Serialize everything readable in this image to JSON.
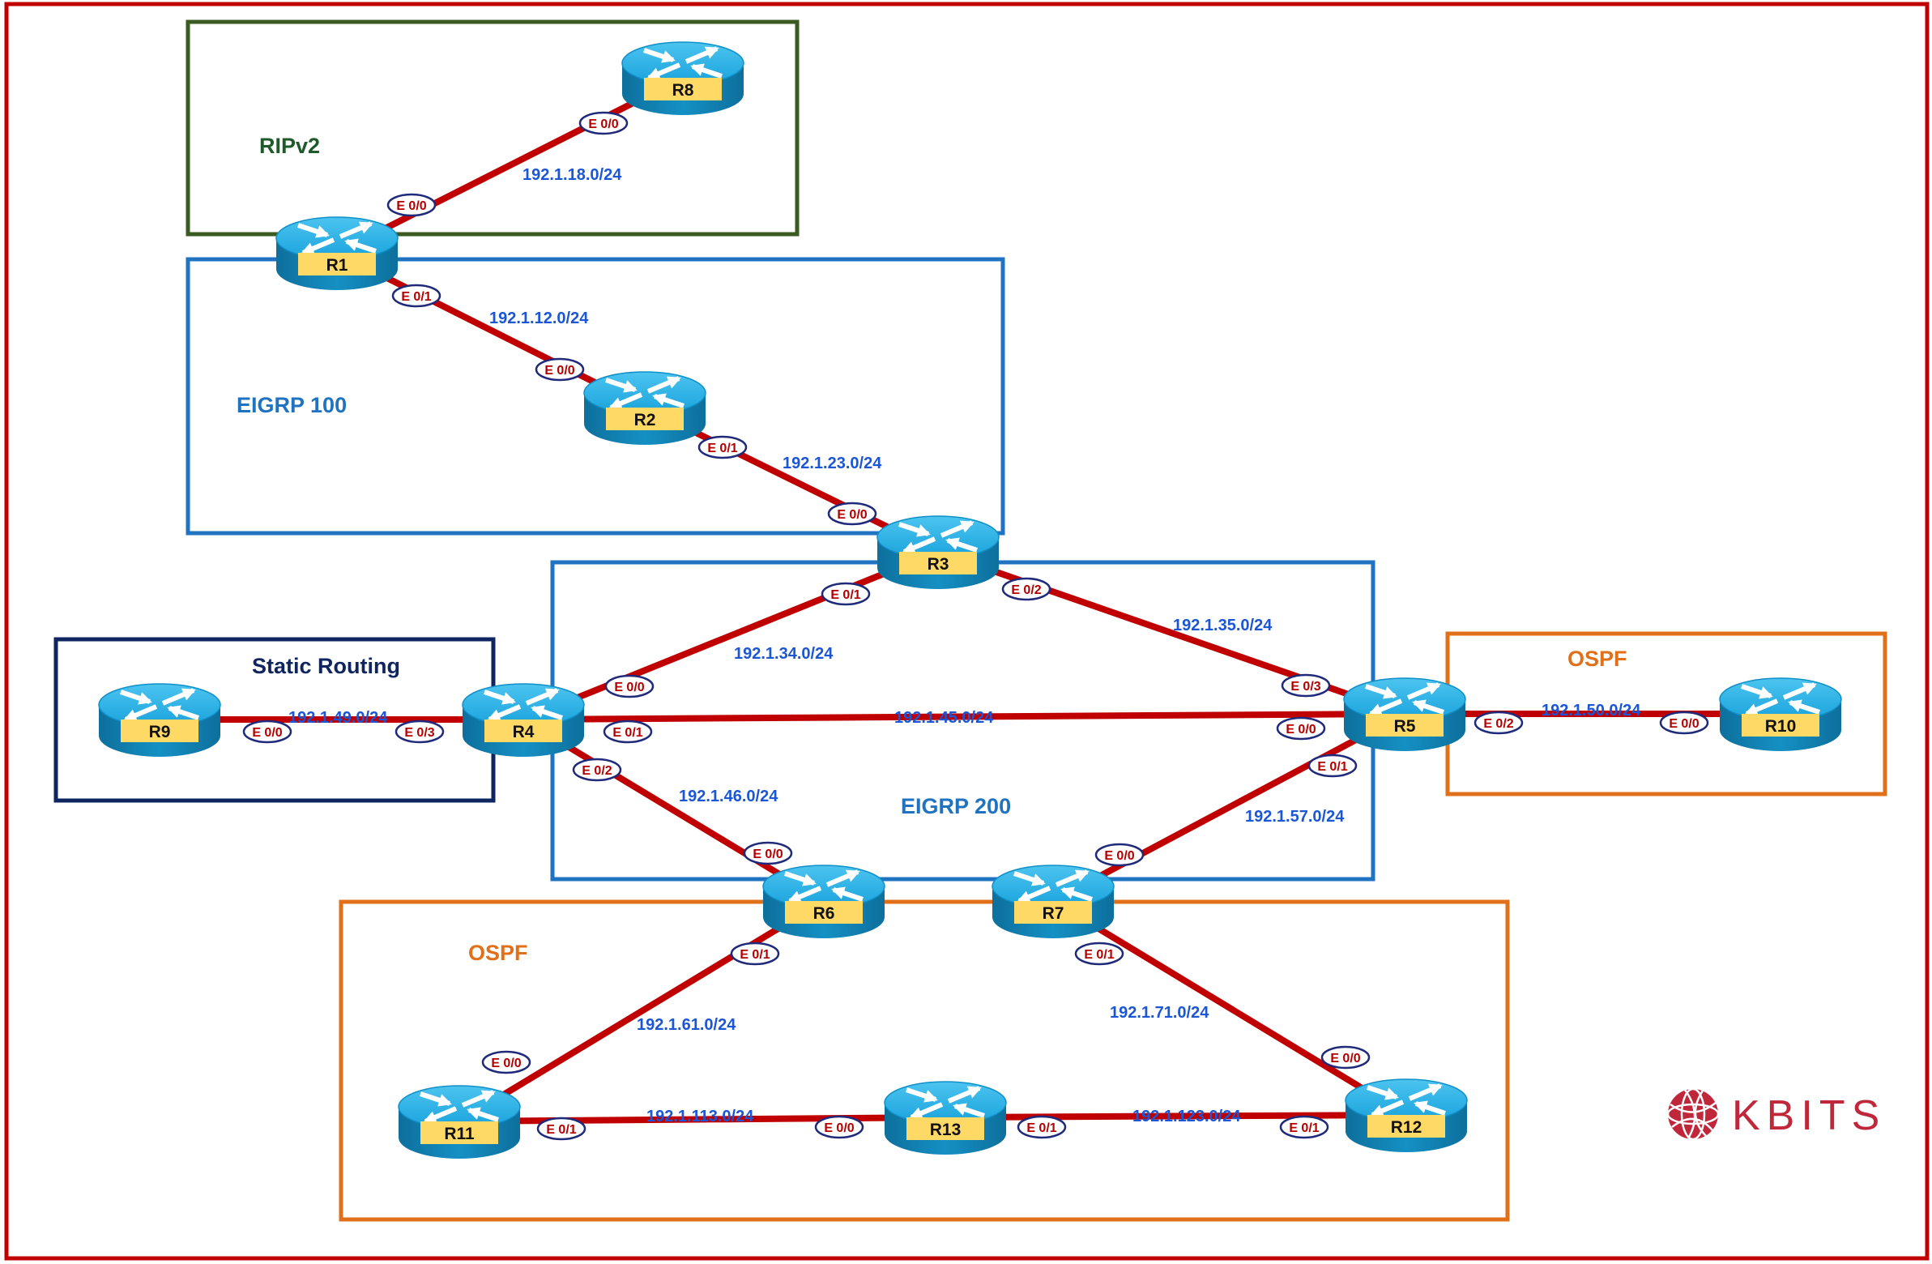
{
  "diagram": {
    "type": "network-topology",
    "logo": {
      "text": "KBITS",
      "icon": "globe-icon",
      "color": "#c0273a"
    },
    "colors": {
      "frame": "#c00000",
      "link": "#c00000",
      "subnet_text": "#1a56d6",
      "interface_text": "#b30000",
      "interface_ring": "#1f2a7a",
      "router_body": "#1e9fd6",
      "router_label_bg": "#ffd966"
    },
    "zones": [
      {
        "id": "ripv2",
        "label": "RIPv2",
        "color": "#3a5a22",
        "text_color": "#1e5a2a"
      },
      {
        "id": "eigrp100",
        "label": "EIGRP 100",
        "color": "#1f73c0",
        "text_color": "#1f73c0"
      },
      {
        "id": "eigrp200",
        "label": "EIGRP 200",
        "color": "#1f73c0",
        "text_color": "#1f73c0"
      },
      {
        "id": "static",
        "label": "Static Routing",
        "color": "#0f2560",
        "text_color": "#0f2560"
      },
      {
        "id": "ospf_right",
        "label": "OSPF",
        "color": "#e0701a",
        "text_color": "#e0701a"
      },
      {
        "id": "ospf_bottom",
        "label": "OSPF",
        "color": "#e0701a",
        "text_color": "#e0701a"
      }
    ],
    "routers": [
      {
        "id": "R1",
        "label": "R1"
      },
      {
        "id": "R2",
        "label": "R2"
      },
      {
        "id": "R3",
        "label": "R3"
      },
      {
        "id": "R4",
        "label": "R4"
      },
      {
        "id": "R5",
        "label": "R5"
      },
      {
        "id": "R6",
        "label": "R6"
      },
      {
        "id": "R7",
        "label": "R7"
      },
      {
        "id": "R8",
        "label": "R8"
      },
      {
        "id": "R9",
        "label": "R9"
      },
      {
        "id": "R10",
        "label": "R10"
      },
      {
        "id": "R11",
        "label": "R11"
      },
      {
        "id": "R12",
        "label": "R12"
      },
      {
        "id": "R13",
        "label": "R13"
      }
    ],
    "links": [
      {
        "a": "R1",
        "a_if": "E 0/0",
        "b": "R8",
        "b_if": "E 0/0",
        "subnet": "192.1.18.0/24"
      },
      {
        "a": "R1",
        "a_if": "E 0/1",
        "b": "R2",
        "b_if": "E 0/0",
        "subnet": "192.1.12.0/24"
      },
      {
        "a": "R2",
        "a_if": "E 0/1",
        "b": "R3",
        "b_if": "E 0/0",
        "subnet": "192.1.23.0/24"
      },
      {
        "a": "R3",
        "a_if": "E 0/1",
        "b": "R4",
        "b_if": "E 0/0",
        "subnet": "192.1.34.0/24"
      },
      {
        "a": "R3",
        "a_if": "E 0/2",
        "b": "R5",
        "b_if": "E 0/3",
        "subnet": "192.1.35.0/24"
      },
      {
        "a": "R4",
        "a_if": "E 0/1",
        "b": "R5",
        "b_if": "E 0/0",
        "subnet": "192.1.45.0/24"
      },
      {
        "a": "R9",
        "a_if": "E 0/0",
        "b": "R4",
        "b_if": "E 0/3",
        "subnet": "192.1.49.0/24"
      },
      {
        "a": "R4",
        "a_if": "E 0/2",
        "b": "R6",
        "b_if": "E 0/0",
        "subnet": "192.1.46.0/24"
      },
      {
        "a": "R5",
        "a_if": "E 0/1",
        "b": "R7",
        "b_if": "E 0/0",
        "subnet": "192.1.57.0/24"
      },
      {
        "a": "R5",
        "a_if": "E 0/2",
        "b": "R10",
        "b_if": "E 0/0",
        "subnet": "192.1.50.0/24"
      },
      {
        "a": "R6",
        "a_if": "E 0/1",
        "b": "R11",
        "b_if": "E 0/0",
        "subnet": "192.1.61.0/24"
      },
      {
        "a": "R7",
        "a_if": "E 0/1",
        "b": "R12",
        "b_if": "E 0/0",
        "subnet": "192.1.71.0/24"
      },
      {
        "a": "R11",
        "a_if": "E 0/1",
        "b": "R13",
        "b_if": "E 0/0",
        "subnet": "192.1.113.0/24"
      },
      {
        "a": "R13",
        "a_if": "E 0/1",
        "b": "R12",
        "b_if": "E 0/1",
        "subnet": "192.1.123.0/24"
      }
    ]
  }
}
